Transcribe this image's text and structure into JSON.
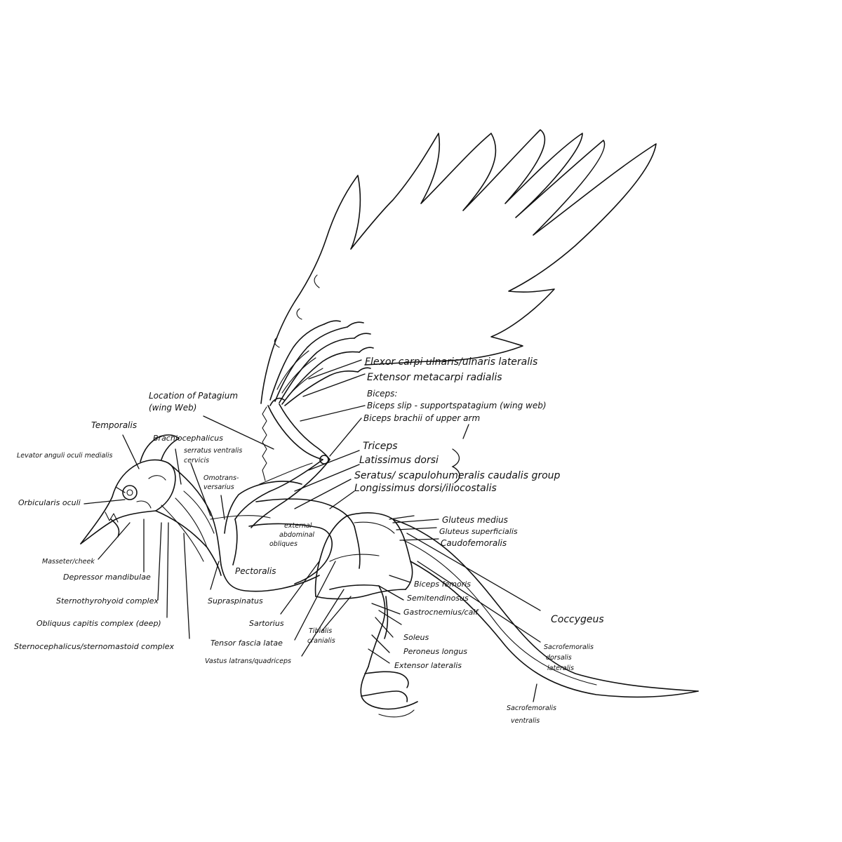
{
  "colors": {
    "ink": "#111111",
    "background": "#ffffff"
  },
  "labels": {
    "flexor_carpi": "Flexor carpi ulnaris/ulnaris lateralis",
    "extensor_metacarpi": "Extensor metacarpi radialis",
    "biceps_header": "Biceps:",
    "biceps_slip": "Biceps slip - supportspatagium (wing web)",
    "biceps_brachii": "Biceps brachii of upper arm",
    "triceps": "Triceps",
    "latissimus": "Latissimus dorsi",
    "serratus_scapulo": "Seratus/ scapulohumeralis caudalis group",
    "longissimus": "Longissimus dorsi/iliocostalis",
    "patagium_1": "Location of Patagium",
    "patagium_2": "(wing Web)",
    "temporalis": "Temporalis",
    "brachiocephalicus": "Brachiocephalicus",
    "serratus_ventralis_1": "serratus ventralis",
    "serratus_ventralis_2": "cervicis",
    "levator": "Levator anguli oculi medialis",
    "omotrans_1": "Omotrans-",
    "omotrans_2": "versarius",
    "orbicularis": "Orbicularis oculi",
    "external_1": "external",
    "external_2": "abdominal",
    "external_3": "obliques",
    "gluteus_medius": "Gluteus medius",
    "gluteus_superficialis": "Gluteus superficialis",
    "caudofemoralis": "Caudofemoralis",
    "masseter": "Masseter/cheek",
    "depressor": "Depressor mandibulae",
    "pectoralis": "Pectoralis",
    "biceps_femoris": "Biceps femoris",
    "semitendinosus": "Semitendinosus",
    "gastrocnemius": "Gastrocnemius/calf",
    "sternothyrohyoid": "Sternothyrohyoid complex",
    "supraspinatus": "Supraspinatus",
    "coccygeus": "Coccygeus",
    "obliquus": "Obliquus capitis complex (deep)",
    "sartorius": "Sartorius",
    "tibialis_1": "Tibialis",
    "tibialis_2": "cranialis",
    "soleus": "Soleus",
    "peroneus": "Peroneus longus",
    "sacrofem_dorsalis_1": "Sacrofemoralis",
    "sacrofem_dorsalis_2": "dorsalis",
    "sacrofem_dorsalis_3": "lateralis",
    "sternocephalicus": "Sternocephalicus/sternomastoid complex",
    "tensor": "Tensor fascia latae",
    "extensor_lateralis": "Extensor lateralis",
    "vastus": "Vastus latrans/quadriceps",
    "sacrofem_ventralis_1": "Sacrofemoralis",
    "sacrofem_ventralis_2": "ventralis"
  }
}
